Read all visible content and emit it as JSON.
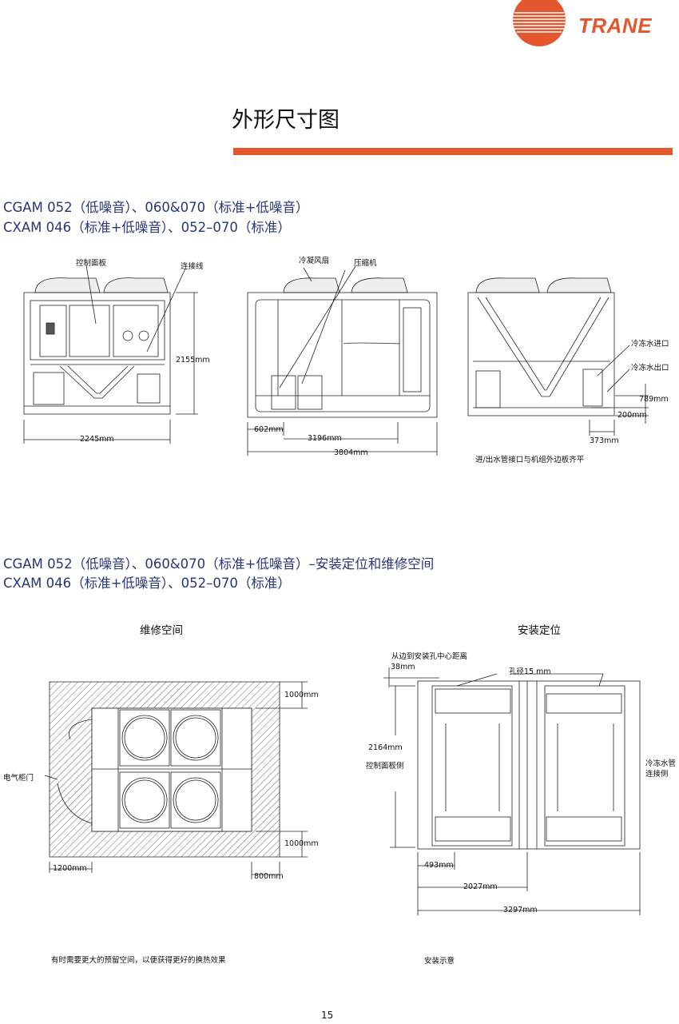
{
  "brand": {
    "name": "TRANE",
    "logo_color": "#e4572e"
  },
  "page_title": "外形尺寸图",
  "section1": {
    "heading_line1": "CGAM 052（低噪音）、060&070（标准+低噪音）",
    "heading_line2": "CXAM 046（标准+低噪音）、052–070（标准）",
    "labels": {
      "control_panel": "控制面板",
      "connecting_wire": "连接线",
      "height_2155": "2155mm",
      "width_2245": "2245mm",
      "condenser_fan": "冷凝风扇",
      "compressor": "压缩机",
      "dim_602": "602mm",
      "dim_3196": "3196mm",
      "dim_3804": "3804mm",
      "chilled_in": "冷冻水进口",
      "chilled_out": "冷冻水出口",
      "dim_789": "789mm",
      "dim_200": "200mm",
      "dim_373": "373mm",
      "pipe_note": "进/出水管接口与机组外边板齐平"
    }
  },
  "section2": {
    "heading_line1": "CGAM 052（低噪音）、060&070（标准+低噪音）–安装定位和维修空间",
    "heading_line2": "CXAM 046（标准+低噪音）、052–070（标准）",
    "maint_title": "维修空间",
    "install_title": "安装定位",
    "labels": {
      "dim_1000_top": "1000mm",
      "dim_1000_bottom": "1000mm",
      "cabinet_door": "电气柜门",
      "dim_1200": "1200mm",
      "dim_800": "800mm",
      "edge_dist": "从边到安装孔中心距离",
      "dim_38": "38mm",
      "hole_dia": "孔径15 mm",
      "dim_2164": "2164mm",
      "panel_side": "控制面板侧",
      "water_side_1": "冷冻水管",
      "water_side_2": "连接侧",
      "dim_493": "493mm",
      "dim_2027": "2027mm",
      "dim_3297": "3297mm"
    },
    "maint_note": "有时需要更大的预留空间，以便获得更好的换热效果",
    "install_note": "安装示意"
  },
  "page_number": "15"
}
